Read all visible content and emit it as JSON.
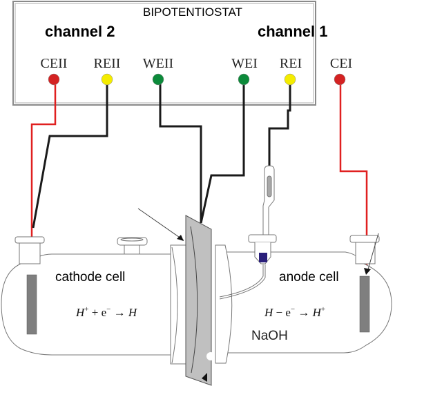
{
  "instrument": {
    "title": "BIPOTENTIOSTAT",
    "channels": [
      {
        "label": "channel 2"
      },
      {
        "label": "channel 1"
      }
    ],
    "terminals": [
      {
        "label": "CEII",
        "color": "#d42222"
      },
      {
        "label": "REII",
        "color": "#f4ec00"
      },
      {
        "label": "WEII",
        "color": "#0c8a3a"
      },
      {
        "label": "WEI",
        "color": "#0c8a3a"
      },
      {
        "label": "REI",
        "color": "#f4ec00"
      },
      {
        "label": "CEI",
        "color": "#d42222"
      }
    ]
  },
  "cells": {
    "cathode": {
      "label": "cathode cell",
      "reaction_lhs": "H",
      "reaction_lhs_sup": "+",
      "reaction_mid": " + e",
      "reaction_mid_sup": "−",
      "reaction_arrow": " → ",
      "reaction_rhs": "H",
      "reaction_rhs_sup": ""
    },
    "anode": {
      "label": "anode cell",
      "reaction_lhs": "H",
      "reaction_lhs_sup": "",
      "reaction_mid": " − e",
      "reaction_mid_sup": "−",
      "reaction_arrow": " → ",
      "reaction_rhs": "H",
      "reaction_rhs_sup": "+",
      "electrolyte": "NaOH"
    }
  },
  "colors": {
    "counter_wire": "#e02020",
    "signal_wire": "#1a1a1a",
    "membrane": "#c0c0c0",
    "electrode": "#7f7f7f",
    "reference_frit": "#2a1f7a",
    "box_border": "#9a9a9a"
  }
}
